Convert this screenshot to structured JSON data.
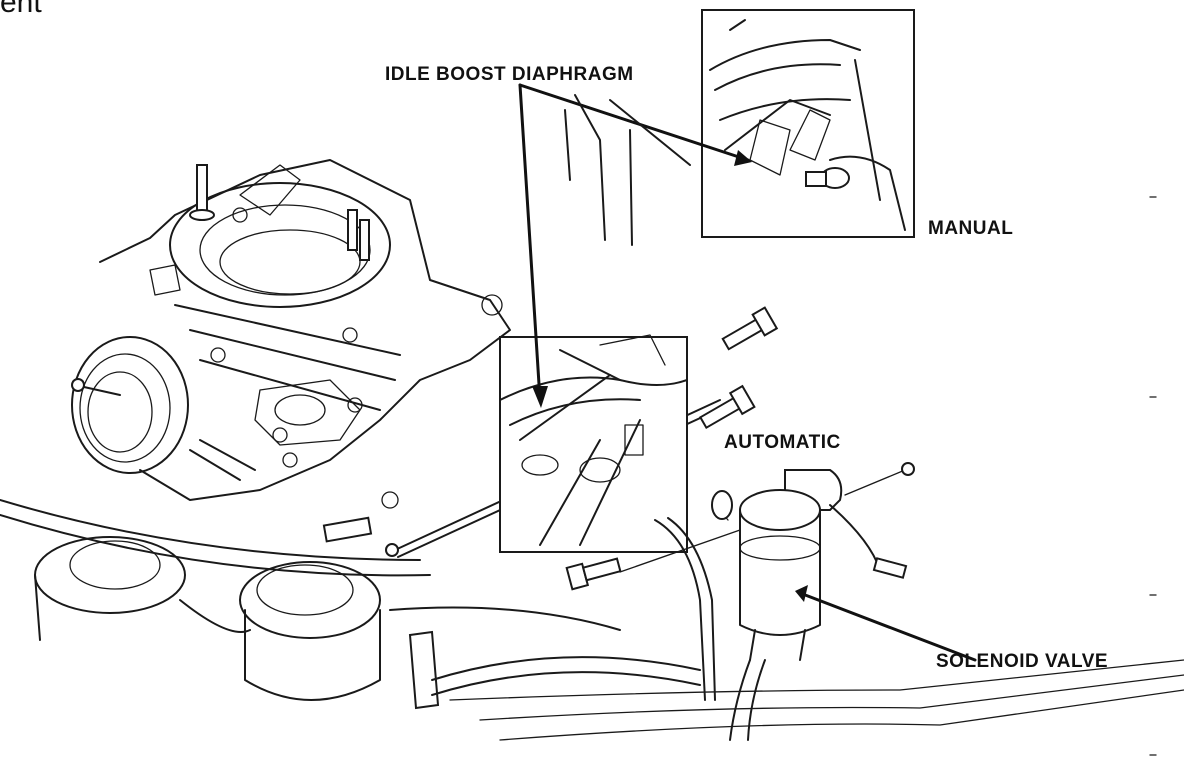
{
  "page_fragment": "ent",
  "labels": {
    "idle_boost_diaphragm": "IDLE BOOST DIAPHRAGM",
    "manual": "MANUAL",
    "automatic": "AUTOMATIC",
    "solenoid_valve": "SOLENOID VALVE"
  }
}
